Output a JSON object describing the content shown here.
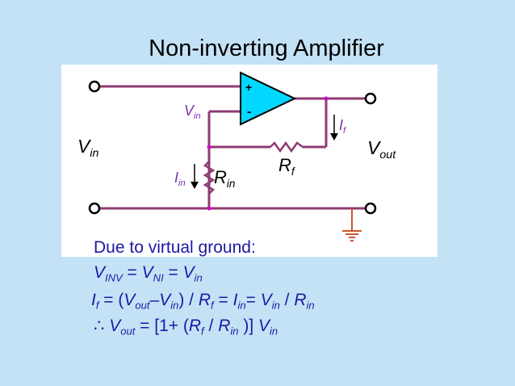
{
  "slide": {
    "title": "Non-inverting Amplifier"
  },
  "circuit": {
    "labels": {
      "vin_left": {
        "main": "V",
        "sub": "in"
      },
      "vin_node": {
        "main": "V",
        "sub": "in"
      },
      "vout": {
        "main": "V",
        "sub": "out"
      },
      "if": {
        "main": "I",
        "sub": "f"
      },
      "rf": {
        "main": "R",
        "sub": "f"
      },
      "iin": {
        "main": "I",
        "sub": "in"
      },
      "rin": {
        "main": "R",
        "sub": "in"
      },
      "plus_sign": "+",
      "minus_sign": "-"
    },
    "colors": {
      "wire": "#8e3b72",
      "terminal": "#000000",
      "node_dot": "#d000d0",
      "ground": "#c85a2e",
      "opamp_fill": "#00d8ff",
      "current_label": "#7a2fb0"
    }
  },
  "text": {
    "heading": "Due to virtual ground:",
    "eq1": {
      "v": "V",
      "v_sub": "INV",
      "eq_a": " = ",
      "v2": "V",
      "v2_sub": "NI",
      "eq_b": " = ",
      "v3": "V",
      "v3_sub": "in"
    },
    "eq2": {
      "i": "I",
      "i_sub": "f",
      "p1": " = (",
      "vo": "V",
      "vo_sub": "out",
      "p2": "–",
      "vi": "V",
      "vi_sub": "in",
      "p3": ") / ",
      "r": "R",
      "r_sub": "f",
      "p4": " = ",
      "i2": "I",
      "i2_sub": "in",
      "p5": "= ",
      "v3": "V",
      "v3_sub": "in",
      "p6": " / ",
      "r2": "R",
      "r2_sub": "in"
    },
    "eq3": {
      "therefore": "∴",
      "v": "V",
      "v_sub": "out",
      "p1": " = [1+ (",
      "r": "R",
      "r_sub": "f",
      "p2": " / ",
      "r2": "R",
      "r2_sub": "in",
      "p3": " )] ",
      "v2": "V",
      "v2_sub": "in"
    }
  }
}
